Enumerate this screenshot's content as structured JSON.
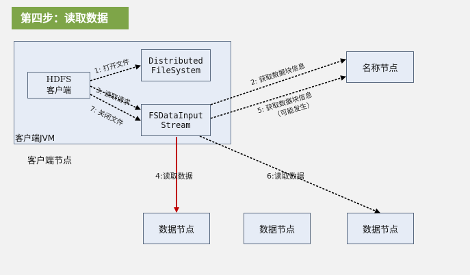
{
  "title": "第四步：读取数据",
  "client_node_label": "客户端节点",
  "jvm_label": "客户端JVM",
  "boxes": {
    "hdfs_client": {
      "line1": "HDFS",
      "line2": "客户端"
    },
    "distributed_fs": {
      "line1": "Distributed",
      "line2": "FileSystem"
    },
    "fsdatainput": {
      "line1": "FSDataInput",
      "line2": "Stream"
    },
    "namenode": "名称节点",
    "datanode_1": "数据节点",
    "datanode_2": "数据节点",
    "datanode_3": "数据节点"
  },
  "steps": {
    "s1": "1: 打开文件",
    "s3": "3: 读取请求",
    "s7": "7: 关闭文件",
    "s2": "2: 获取数据块信息",
    "s5a": "5: 获取数据块信息",
    "s5b": "（可能发生）",
    "s4": "4:读取数据",
    "s6": "6:读取数据"
  }
}
